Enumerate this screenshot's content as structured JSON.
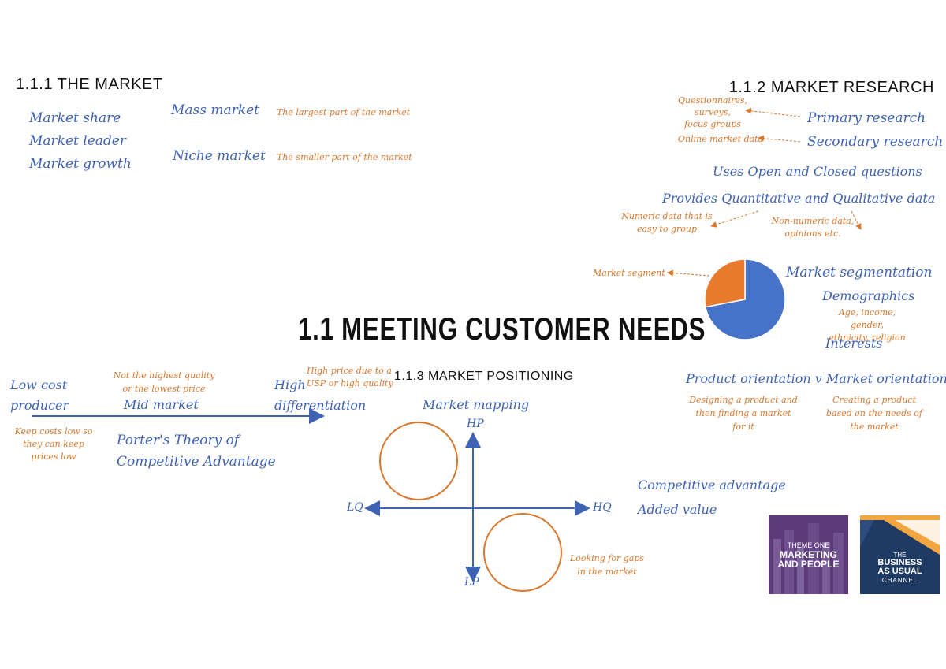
{
  "main_title": "1.1 MEETING CUSTOMER NEEDS",
  "market": {
    "heading": "1.1.1 THE MARKET",
    "terms": [
      "Market share",
      "Market leader",
      "Market growth"
    ],
    "mass_market": "Mass market",
    "mass_market_note": "The largest part of the market",
    "niche_market": "Niche market",
    "niche_market_note": "The smaller part of the market"
  },
  "research": {
    "heading": "1.1.2 MARKET RESEARCH",
    "primary": "Primary research",
    "primary_note": "Questionnaires, surveys,\nfocus groups",
    "secondary": "Secondary research",
    "secondary_note": "Online market data",
    "questions": "Uses Open and Closed questions",
    "data": "Provides Quantitative and Qualitative data",
    "quant_note": "Numeric data that is\neasy to group",
    "qual_note": "Non-numeric data,\nopinions etc."
  },
  "segmentation": {
    "title": "Market segmentation",
    "segment_note": "Market segment",
    "demographics": "Demographics",
    "demographics_note": "Age, income, gender,\nethnicity, religion",
    "interests": "Interests",
    "pie_shares": [
      0.72,
      0.28
    ],
    "colors": [
      "#4673c8",
      "#e9792d"
    ]
  },
  "orientation": {
    "title": "Product orientation v Market orientation",
    "product_note": "Designing a product and\nthen finding a market\nfor it",
    "market_note": "Creating a product\nbased on the needs of\nthe market"
  },
  "porter": {
    "low_cost": "Low cost\nproducer",
    "low_cost_note": "Keep costs low so\nthey can keep\nprices low",
    "mid_market_note": "Not the highest quality\nor the lowest price",
    "mid_market": "Mid market",
    "high_diff": "High\ndifferentiation",
    "high_diff_note": "High price due to a\nUSP or high quality",
    "theory": "Porter's Theory of\nCompetitive Advantage"
  },
  "positioning": {
    "heading": "1.1.3 MARKET POSITIONING",
    "mapping": "Market mapping",
    "hp": "HP",
    "lp": "LP",
    "lq": "LQ",
    "hq": "HQ",
    "gaps_note": "Looking for gaps\nin the market",
    "competitive": "Competitive advantage",
    "added_value": "Added value"
  },
  "logos": {
    "theme_line": "THEME ONE",
    "theme_title": "MARKETING\nAND PEOPLE",
    "channel_top": "THE",
    "channel_name": "BUSINESS\nAS USUAL",
    "channel_bottom": "CHANNEL",
    "theme_bg": "#5d3b7a",
    "channel_bg": "#1f3a63",
    "channel_accent": "#f3a640"
  },
  "colors": {
    "blue": "#3f63b3",
    "orange": "#d9772c"
  }
}
